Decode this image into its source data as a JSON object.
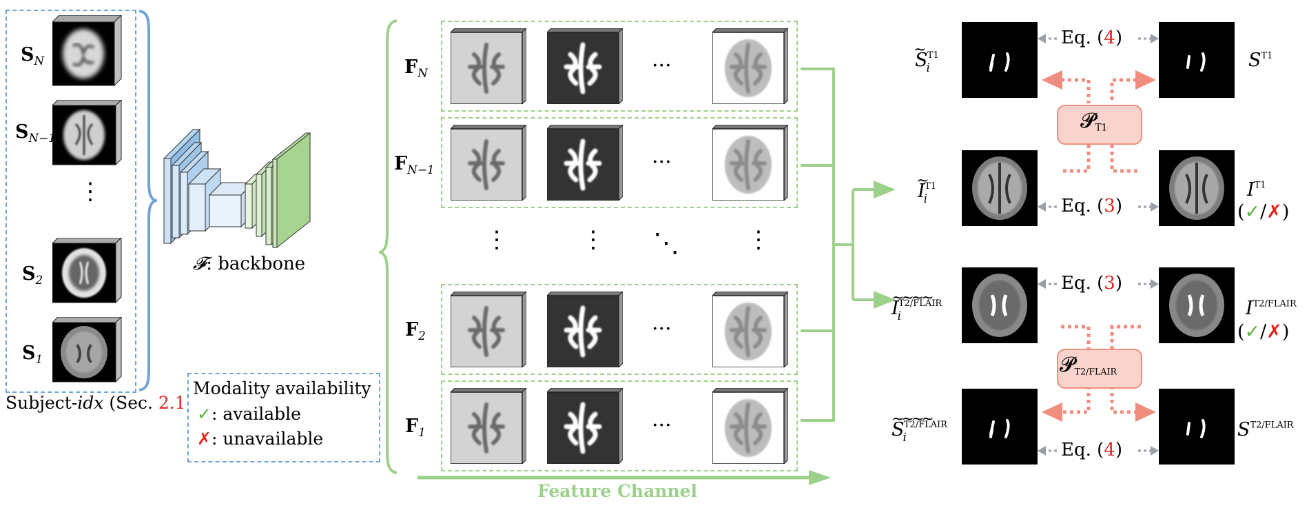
{
  "subject": {
    "slices": [
      {
        "sym": "S",
        "sub": "N"
      },
      {
        "sym": "S",
        "sub": "N−1"
      },
      {
        "sym": "S",
        "sub": "2"
      },
      {
        "sym": "S",
        "sub": "1"
      }
    ],
    "caption_prefix": "Subject-",
    "caption_idx": "idx",
    "caption_sec": " (Sec. ",
    "caption_ref": "2.1",
    "caption_close": ")"
  },
  "backbone": {
    "symbol": "𝓕",
    "label": ": backbone"
  },
  "legend": {
    "title": "Modality availability",
    "available": ": available",
    "unavailable": ": unavailable",
    "check": "✓",
    "cross": "✗"
  },
  "features": {
    "rows": [
      {
        "sym": "F",
        "sub": "N"
      },
      {
        "sym": "F",
        "sub": "N−1"
      },
      {
        "sym": "F",
        "sub": "2"
      },
      {
        "sym": "F",
        "sub": "1"
      }
    ],
    "hdots": "···",
    "vdots": "⋮",
    "ddots": "⋱",
    "axis_label": "Feature Channel"
  },
  "outputs": {
    "S_t1_pred": {
      "sym": "S",
      "sup": "T1",
      "sub": "i"
    },
    "S_t1": {
      "sym": "S",
      "sup": "T1"
    },
    "I_t1_pred": {
      "sym": "I",
      "sup": "T1",
      "sub": "i"
    },
    "I_t1": {
      "sym": "I",
      "sup": "T1"
    },
    "I_t2_pred": {
      "sym": "I",
      "sup": "T2/FLAIR",
      "sub": "i"
    },
    "I_t2": {
      "sym": "I",
      "sup": "T2/FLAIR"
    },
    "S_t2_pred": {
      "sym": "S",
      "sup": "T2/FLAIR",
      "sub": "i"
    },
    "S_t2": {
      "sym": "S",
      "sup": "T2/FLAIR"
    },
    "eq_prefix": "Eq. (",
    "eq_suffix": ")",
    "eq4": "4",
    "eq3": "3",
    "avail_open": "(",
    "avail_slash": "/",
    "avail_close": ")",
    "p_sym": "𝓟",
    "p_t1": "T1",
    "p_t2": "T2/FLAIR"
  },
  "colors": {
    "blue": "#6fa4d8",
    "green": "#9dd08a",
    "salmon": "#ef8d7e",
    "salmon_fill": "#f9d3cc",
    "gray_arrow": "#9a9fa6",
    "red_text": "#e0241f",
    "check_green": "#56b33a",
    "feature_text": "#9dd08a"
  }
}
